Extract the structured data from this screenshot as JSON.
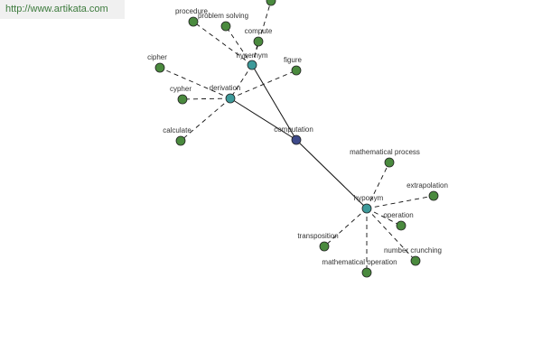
{
  "watermark": {
    "text": "http://www.artikata.com"
  },
  "colors": {
    "center_node": "#3e4a8a",
    "relation_node": "#3d9a9a",
    "leaf_node": "#4a8a3e"
  },
  "graph": {
    "nodes": [
      {
        "id": "computation",
        "label": "computation",
        "kind": "center"
      },
      {
        "id": "hypernym",
        "label": "hypernym",
        "kind": "relation"
      },
      {
        "id": "derivation",
        "label": "derivation",
        "kind": "relation"
      },
      {
        "id": "hyponym",
        "label": "hyponym",
        "kind": "relation"
      },
      {
        "id": "procedure",
        "label": "procedure",
        "kind": "leaf"
      },
      {
        "id": "problem-solving",
        "label": "problem solving",
        "kind": "leaf"
      },
      {
        "id": "compute",
        "label": "compute",
        "kind": "leaf"
      },
      {
        "id": "top-node",
        "label": "",
        "kind": "leaf"
      },
      {
        "id": "cipher",
        "label": "cipher",
        "kind": "leaf"
      },
      {
        "id": "figure",
        "label": "figure",
        "kind": "leaf"
      },
      {
        "id": "cypher",
        "label": "cypher",
        "kind": "leaf"
      },
      {
        "id": "calculate",
        "label": "calculate",
        "kind": "leaf"
      },
      {
        "id": "mathematical-process",
        "label": "mathematical process",
        "kind": "leaf"
      },
      {
        "id": "extrapolation",
        "label": "extrapolation",
        "kind": "leaf"
      },
      {
        "id": "operation",
        "label": "operation",
        "kind": "leaf"
      },
      {
        "id": "number-crunching",
        "label": "number crunching",
        "kind": "leaf"
      },
      {
        "id": "transposition",
        "label": "transposition",
        "kind": "leaf"
      },
      {
        "id": "mathematical-operation",
        "label": "mathematical operation",
        "kind": "leaf"
      }
    ],
    "edges": [
      {
        "from": "computation",
        "to": "hypernym",
        "style": "solid"
      },
      {
        "from": "computation",
        "to": "derivation",
        "style": "solid"
      },
      {
        "from": "computation",
        "to": "hyponym",
        "style": "solid"
      },
      {
        "from": "hypernym",
        "to": "procedure",
        "style": "dashed"
      },
      {
        "from": "hypernym",
        "to": "problem-solving",
        "style": "dashed"
      },
      {
        "from": "hypernym",
        "to": "compute",
        "style": "dashed"
      },
      {
        "from": "hypernym",
        "to": "top-node",
        "style": "dashed"
      },
      {
        "from": "hypernym",
        "to": "derivation",
        "style": "dashed"
      },
      {
        "from": "derivation",
        "to": "cipher",
        "style": "dashed"
      },
      {
        "from": "derivation",
        "to": "figure",
        "style": "dashed"
      },
      {
        "from": "derivation",
        "to": "cypher",
        "style": "dashed"
      },
      {
        "from": "derivation",
        "to": "calculate",
        "style": "dashed"
      },
      {
        "from": "hyponym",
        "to": "mathematical-process",
        "style": "dashed"
      },
      {
        "from": "hyponym",
        "to": "extrapolation",
        "style": "dashed"
      },
      {
        "from": "hyponym",
        "to": "operation",
        "style": "dashed"
      },
      {
        "from": "hyponym",
        "to": "number-crunching",
        "style": "dashed"
      },
      {
        "from": "hyponym",
        "to": "transposition",
        "style": "dashed"
      },
      {
        "from": "hyponym",
        "to": "mathematical-operation",
        "style": "dashed"
      }
    ]
  }
}
